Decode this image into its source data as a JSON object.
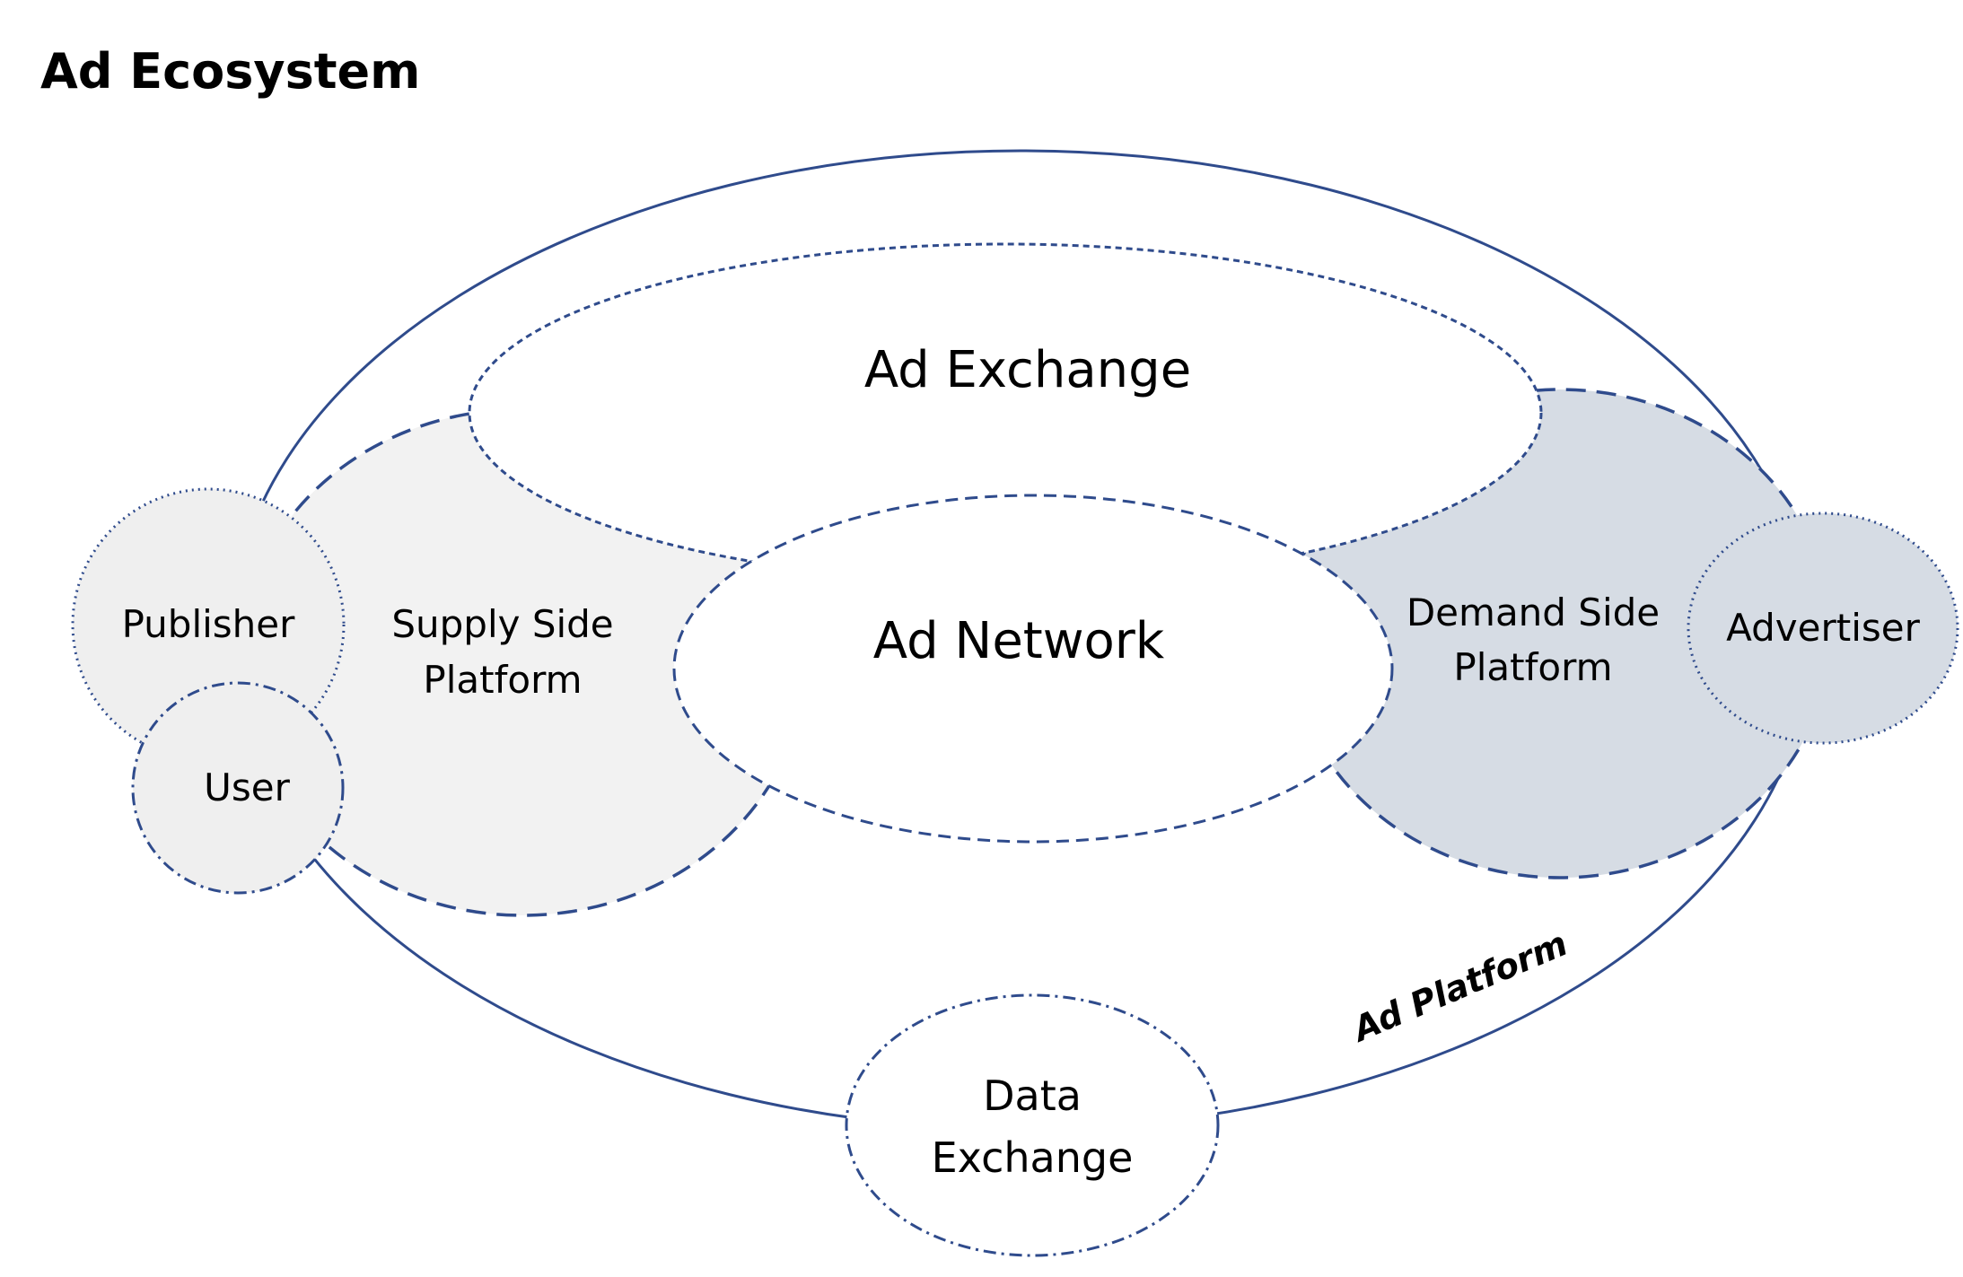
{
  "title": "Ad Ecosystem",
  "colors": {
    "outline": "#2f4b8c",
    "supply_fill": "#f2f2f2",
    "demand_fill": "#d6dce4",
    "actor_fill": "#efefef",
    "advertiser_fill": "#d6dce4",
    "background": "#ffffff"
  },
  "nodes": {
    "ad_exchange": "Ad Exchange",
    "ad_network": "Ad Network",
    "supply_side_platform": [
      "Supply Side",
      "Platform"
    ],
    "demand_side_platform": [
      "Demand Side",
      "Platform"
    ],
    "publisher": "Publisher",
    "user": "User",
    "advertiser": "Advertiser",
    "data_exchange": [
      "Data",
      "Exchange"
    ],
    "ad_platform": "Ad Platform"
  }
}
